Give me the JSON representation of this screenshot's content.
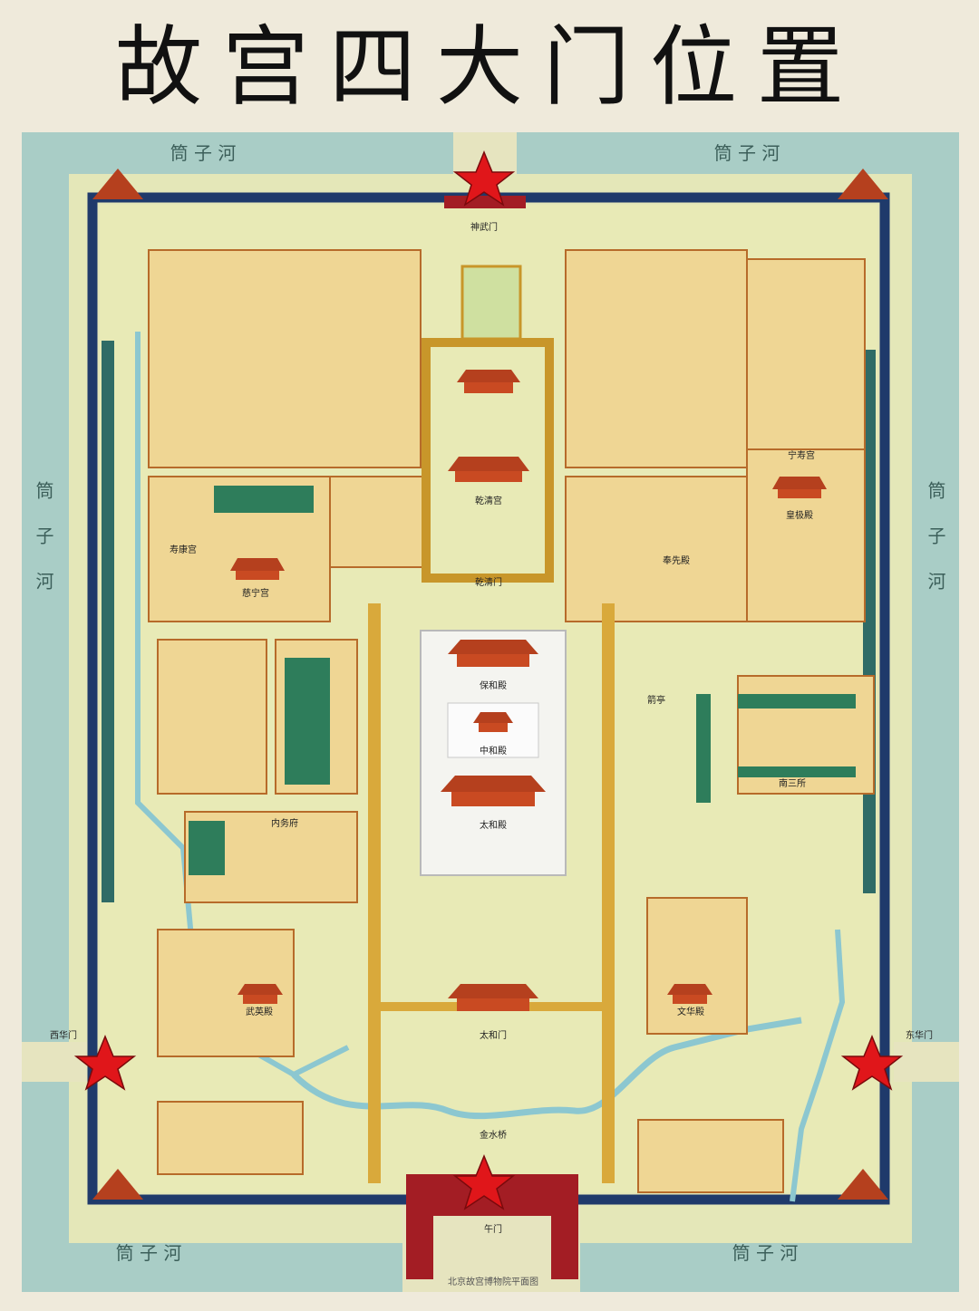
{
  "title": "故宫四大门位置",
  "moat_labels": {
    "north_west": "筒 子 河",
    "north_east": "筒 子 河",
    "west": "筒子河",
    "east": "筒子河",
    "south_west": "筒 子 河",
    "south_east": "筒 子 河"
  },
  "gates": {
    "north": "神武门",
    "south": "午门",
    "west": "西华门",
    "east": "东华门"
  },
  "halls": {
    "baohe": "保和殿",
    "zhonghe": "中和殿",
    "taihe": "太和殿",
    "taihemen": "太和门",
    "jinshuiqiao": "金水桥",
    "qianqinggong": "乾清宫",
    "qianqingmen": "乾清门",
    "nansansuo": "南三所",
    "ningshougong": "宁寿宫",
    "wuyingdian": "武英殿",
    "wenhuadian": "文华殿",
    "huangjidian": "皇极殿",
    "cininggong": "慈宁宫",
    "shoukanggong": "寿康宫",
    "neiwufu": "内务府",
    "jianting": "箭亭",
    "fengxiandian": "奉先殿"
  },
  "footer_caption": "北京故宫博物院平面图",
  "marker_style": {
    "star_color": "#e0161a",
    "moat_color": "#a9cdc6",
    "wall_color": "#1f3a6b",
    "ground_color": "#e8eab6"
  }
}
